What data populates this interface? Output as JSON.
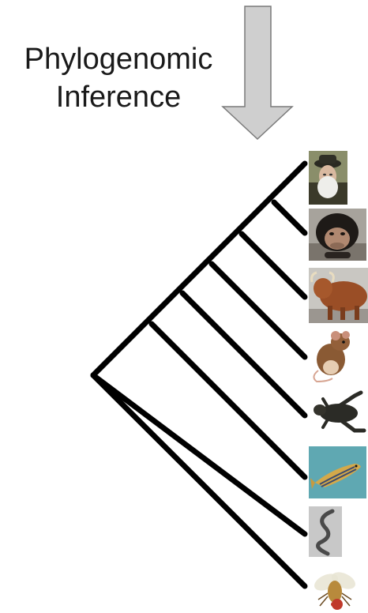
{
  "heading": {
    "line1": "Phylogenomic",
    "line2": "Inference"
  },
  "arrow": {
    "fill": "#cfcfcf",
    "stroke": "#7a7a7a",
    "icon": "down-arrow-icon"
  },
  "tree": {
    "stroke": "#000000",
    "leaf_count": 8
  },
  "taxa": [
    {
      "icon": "human-photo-icon"
    },
    {
      "icon": "chimpanzee-photo-icon"
    },
    {
      "icon": "cow-photo-icon"
    },
    {
      "icon": "mouse-photo-icon"
    },
    {
      "icon": "frog-photo-icon"
    },
    {
      "icon": "zebrafish-photo-icon"
    },
    {
      "icon": "nematode-worm-photo-icon"
    },
    {
      "icon": "fruit-fly-photo-icon"
    }
  ]
}
